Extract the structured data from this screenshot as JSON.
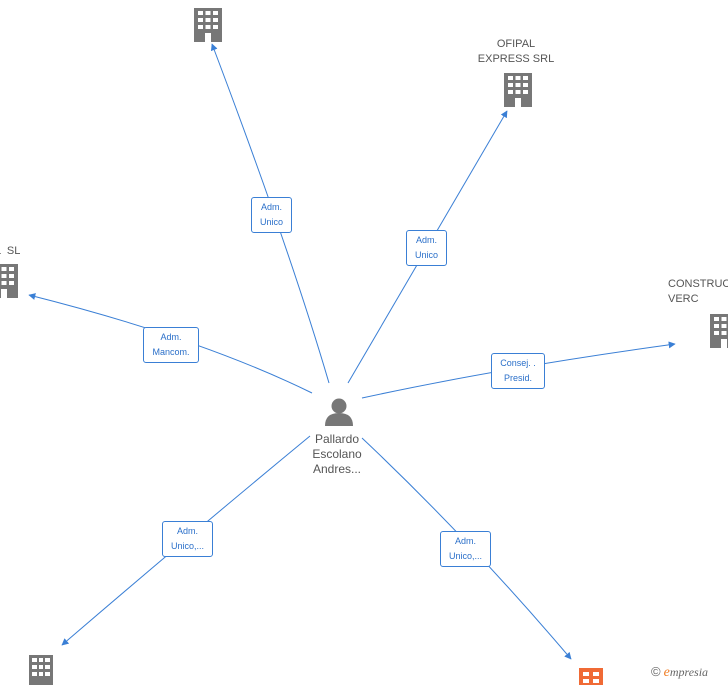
{
  "center": {
    "label": "Pallardo\nEscolano\nAndres..."
  },
  "companies": {
    "top": {
      "label": ""
    },
    "ofipal": {
      "label": "OFIPAL\nEXPRESS SRL"
    },
    "left": {
      "label": "IL  SL"
    },
    "right": {
      "label": "CONSTRUC\nVERC"
    },
    "bottom_left": {
      "label": ""
    },
    "bottom_right": {
      "label": ""
    }
  },
  "edges": {
    "top": {
      "label": "Adm.\nUnico"
    },
    "ofipal": {
      "label": "Adm.\nUnico"
    },
    "left": {
      "label": "Adm.\nMancom."
    },
    "right": {
      "label": "Consej. .\nPresid."
    },
    "bottom_left": {
      "label": "Adm.\nUnico,..."
    },
    "bottom_right": {
      "label": "Adm.\nUnico,..."
    }
  },
  "watermark": {
    "copyright": "©",
    "brand_initial": "e",
    "brand_rest": "mpresia"
  },
  "colors": {
    "edge": "#3a7fd5",
    "building": "#777777",
    "building_highlight": "#f06a35",
    "person": "#777777"
  }
}
